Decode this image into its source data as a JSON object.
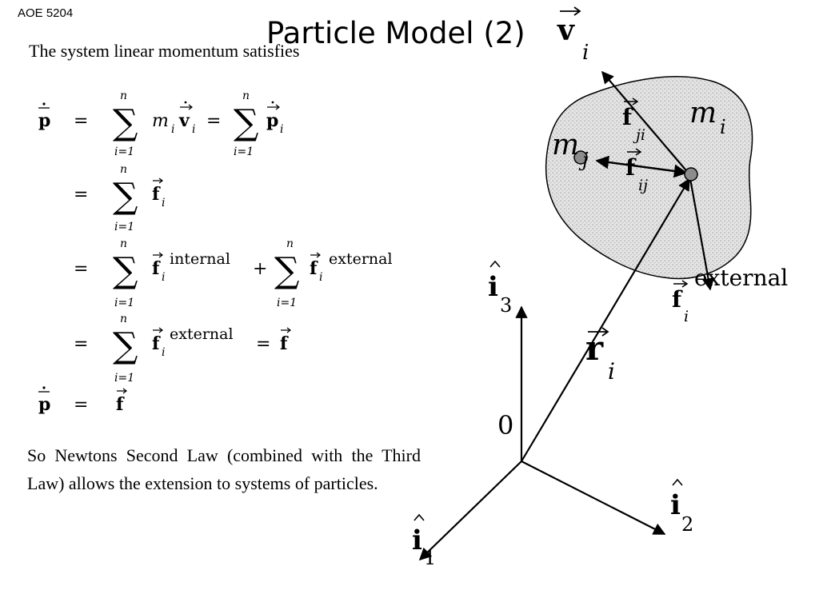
{
  "header": {
    "course_code": "AOE 5204",
    "title": "Particle Model (2)"
  },
  "text": {
    "intro": "The system linear momentum satisfies",
    "summary": "So Newtons Second Law (combined with the Third Law) allows the extension to systems of particles."
  },
  "equations": {
    "p_symbol": "p",
    "f_symbol": "f",
    "v_symbol": "v",
    "eq_sign": "=",
    "plus_sign": "+",
    "sum_sign": "∑",
    "sum_upper": "n",
    "sum_lower": "i=1",
    "m_symbol": "m",
    "sub_i": "i",
    "sup_internal": "internal",
    "sup_external": "external"
  },
  "diagram": {
    "axis_i1": "i",
    "axis_i1_sub": "1",
    "axis_i2": "i",
    "axis_i2_sub": "2",
    "axis_i3": "i",
    "axis_i3_sub": "3",
    "origin": "0",
    "r_label": "r",
    "r_sub": "i",
    "v_label": "v",
    "v_sub": "i",
    "m_i": "m",
    "m_i_sub": "i",
    "m_j": "m",
    "m_j_sub": "j",
    "f_ji": "f",
    "f_ji_sub": "ji",
    "f_ij": "f",
    "f_ij_sub": "ij",
    "f_ext": "f",
    "f_ext_sub": "i",
    "f_ext_sup": "external"
  }
}
